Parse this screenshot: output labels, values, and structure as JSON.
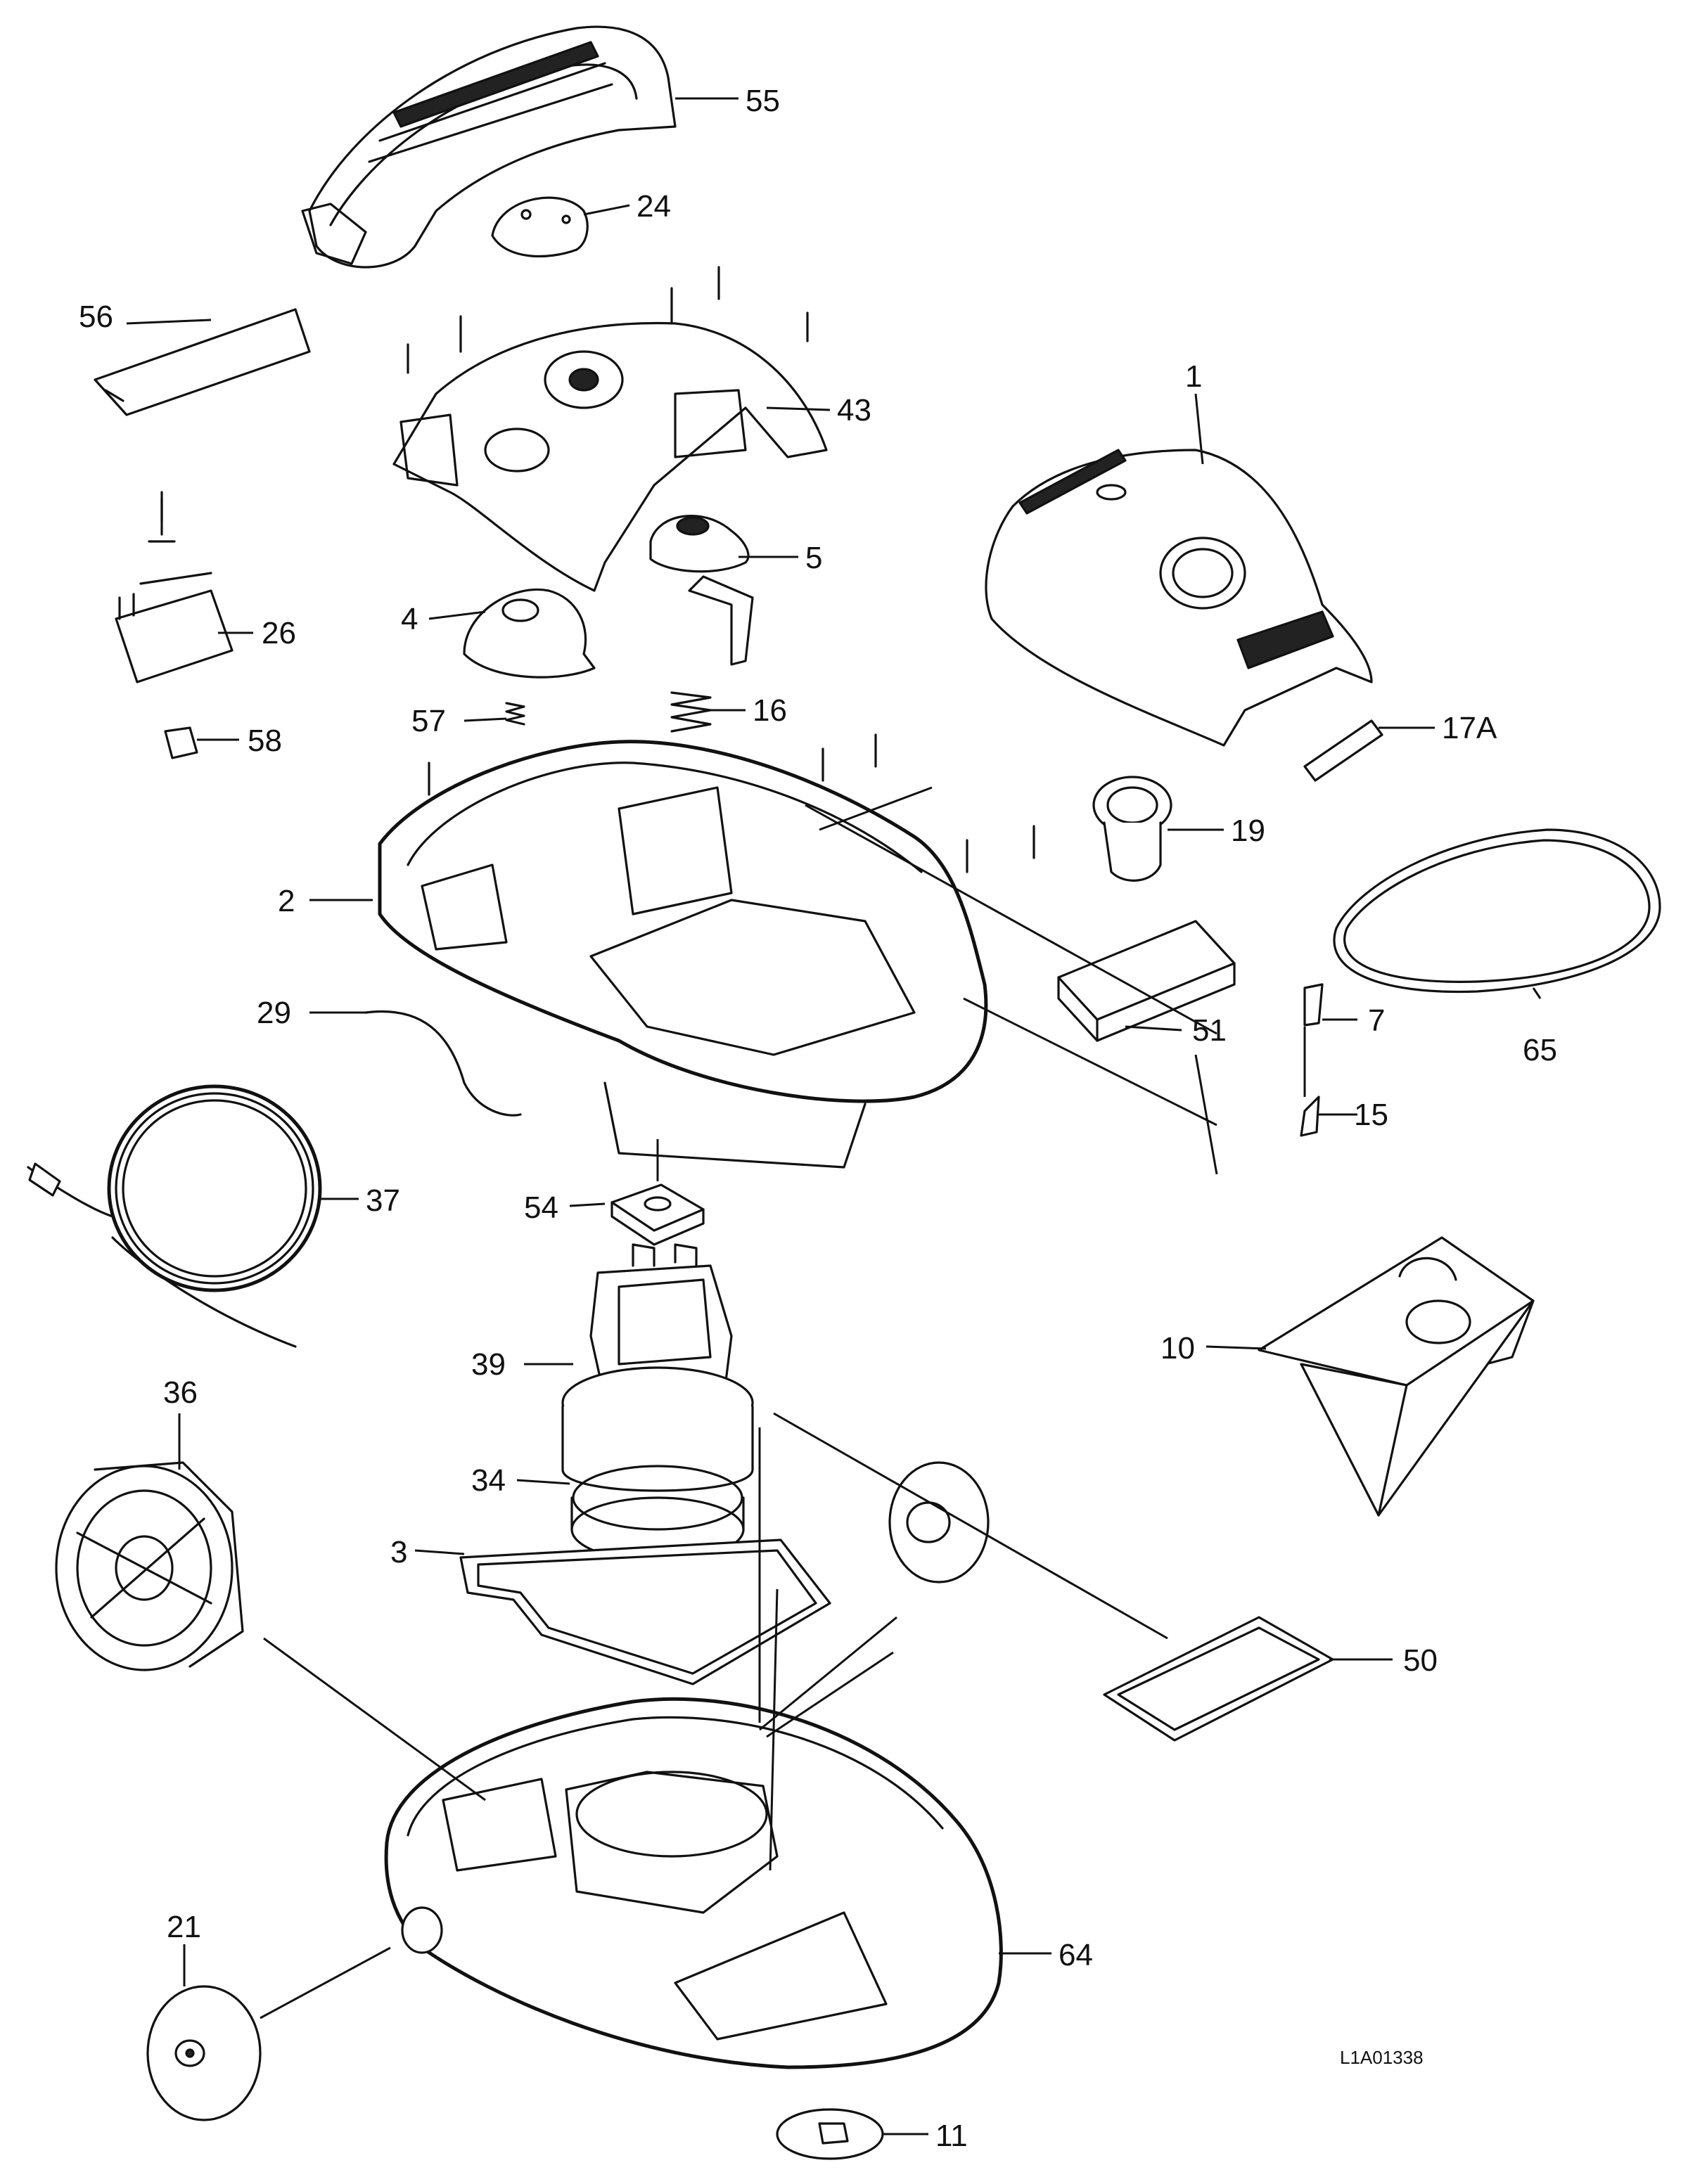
{
  "drawing_code": "L1A01338",
  "callouts": [
    {
      "id": "c55",
      "label": "55"
    },
    {
      "id": "c24",
      "label": "24"
    },
    {
      "id": "c56",
      "label": "56"
    },
    {
      "id": "c43",
      "label": "43"
    },
    {
      "id": "c1",
      "label": "1"
    },
    {
      "id": "c5",
      "label": "5"
    },
    {
      "id": "c4",
      "label": "4"
    },
    {
      "id": "c26",
      "label": "26"
    },
    {
      "id": "c57",
      "label": "57"
    },
    {
      "id": "c16",
      "label": "16"
    },
    {
      "id": "c17a",
      "label": "17A"
    },
    {
      "id": "c58",
      "label": "58"
    },
    {
      "id": "c19",
      "label": "19"
    },
    {
      "id": "c2",
      "label": "2"
    },
    {
      "id": "c65",
      "label": "65"
    },
    {
      "id": "c7",
      "label": "7"
    },
    {
      "id": "c51",
      "label": "51"
    },
    {
      "id": "c29",
      "label": "29"
    },
    {
      "id": "c15",
      "label": "15"
    },
    {
      "id": "c37",
      "label": "37"
    },
    {
      "id": "c54",
      "label": "54"
    },
    {
      "id": "c10",
      "label": "10"
    },
    {
      "id": "c39",
      "label": "39"
    },
    {
      "id": "c36",
      "label": "36"
    },
    {
      "id": "c34",
      "label": "34"
    },
    {
      "id": "c3",
      "label": "3"
    },
    {
      "id": "c50",
      "label": "50"
    },
    {
      "id": "c21",
      "label": "21"
    },
    {
      "id": "c64",
      "label": "64"
    },
    {
      "id": "c11",
      "label": "11"
    }
  ]
}
